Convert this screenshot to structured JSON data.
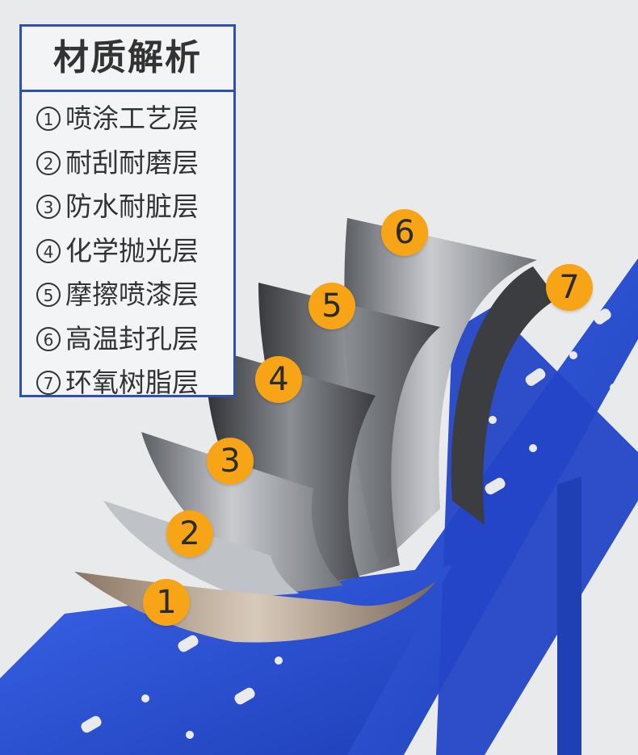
{
  "legend": {
    "title": "材质解析",
    "items": [
      {
        "num": "1",
        "label": "喷涂工艺层"
      },
      {
        "num": "2",
        "label": "耐刮耐磨层"
      },
      {
        "num": "3",
        "label": "防水耐脏层"
      },
      {
        "num": "4",
        "label": "化学抛光层"
      },
      {
        "num": "5",
        "label": "摩擦喷漆层"
      },
      {
        "num": "6",
        "label": "高温封孔层"
      },
      {
        "num": "7",
        "label": "环氧树脂层"
      }
    ]
  },
  "markers": [
    "1",
    "2",
    "3",
    "4",
    "5",
    "6",
    "7"
  ],
  "colors": {
    "accent_blue": "#2f4fb3",
    "rack_blue": "#2a4fd6",
    "marker_orange": "#f7a516"
  }
}
